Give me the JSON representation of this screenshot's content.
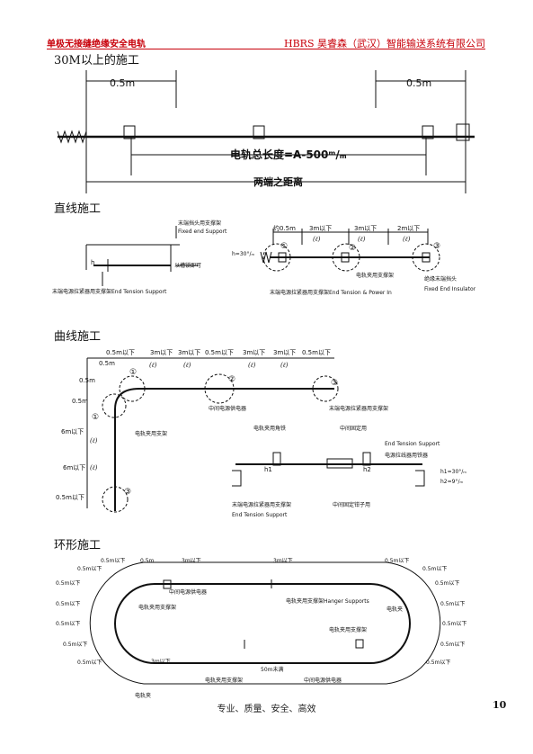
{
  "header": {
    "title": "单极无接缝绝缘安全电轨",
    "company": "HBRS 昊睿森（武汉）智能输送系统有限公司"
  },
  "sections": {
    "s30m": "30M以上的施工",
    "straight": "直线施工",
    "curve": "曲线施工",
    "ring": "环形施工"
  },
  "fig1": {
    "dim_left": "0.5m",
    "dim_right": "0.5m",
    "rail_length": "电轨总长度=A-500ᵐ/ₘ",
    "distance": "两端之距离"
  },
  "fig2": {
    "fixed_end_cn": "末端挡头用支撑架",
    "fixed_end_en": "Fixed end Support",
    "h_label": "h",
    "slot_lock": "以槽锁即可",
    "tension_support": "末端电源拉紧器用支撑架End Tension Support"
  },
  "fig3": {
    "seg1": "约0.5m",
    "seg2": "3m以下",
    "seg3": "3m以下",
    "seg4": "2m以下",
    "l_mark": "(ℓ)",
    "angle": "h=30°/ₘ",
    "n1": "①",
    "n2": "②",
    "n3": "③",
    "clamp": "电轨夹用支撑架",
    "insulator_cn": "绝缘末端挡头",
    "insulator_en": "Fixed End Insulator",
    "tension_power": "末端电源拉紧器用支撑架End Tension & Power In"
  },
  "fig4": {
    "top_0_5m_a": "0.5m以下",
    "top_3m_a": "3m以下",
    "top_3m_b": "3m以下",
    "top_0_5m_b": "0.5m以下",
    "top_3m_c": "3m以下",
    "top_3m_d": "3m以下",
    "top_0_5m_c": "0.5m以下",
    "arc_0_5m_a": "0.5m",
    "arc_0_5m_b": "0.5m",
    "arc_0_5m_c": "0.5m",
    "left_6m_a": "6m以下",
    "left_6m_b": "6m以下",
    "left_0_5m": "0.5m以下",
    "l_mark": "(ℓ)",
    "n1": "①",
    "n2": "②",
    "n3": "③",
    "mid_power": "中间电源供电器",
    "clamp_support": "电轨夹用支架",
    "end_tension": "末端电源拉紧器用支撑架"
  },
  "fig5": {
    "clamp_angle": "电轨夹用角铁",
    "mid_fixed": "中间固定用",
    "end_tension_en": "End Tension Support",
    "power_tensioner": "电源拉线器用铁器",
    "h1": "h1",
    "h2": "h2",
    "angles": "h1=30°/ₘ",
    "angles2": "h2=9°/ₘ",
    "end_tension_cn": "末端电源拉紧器用支撑架",
    "end_tension_en2": "End Tension Support",
    "mid_clip": "中间固定钳子用"
  },
  "fig6": {
    "top_0_5m_a": "0.5m以下",
    "top_0_5m_b": "0.5m",
    "top_3m_a": "3m以下",
    "top_3m_b": "3m以下",
    "top_0_5m_c": "0.5m以下",
    "left_dims": [
      "0.5m以下",
      "0.5m以下",
      "0.5m以下",
      "0.5m以下",
      "0.5m以下",
      "0.5m以下"
    ],
    "right_dims": [
      "0.5m以下",
      "0.5m以下",
      "0.5m以下",
      "0.5m以下",
      "0.5m以下",
      "0.5m以下"
    ],
    "mid_power_a": "中间电源供电器",
    "hanger": "电轨夹用支撑架Hanger Supports",
    "clamp_support_a": "电轨夹用支撑架",
    "clamp_support_b": "电轨夹用支撑架",
    "rail_clamp_a": "电轨夹",
    "rail_clamp_b": "电轨夹",
    "bottom_3m": "3m以下",
    "bottom_50m": "50m未满",
    "clamp_support_c": "电轨夹用支撑架",
    "mid_power_b": "中间电源供电器"
  },
  "footer": {
    "slogan": "专业、质量、安全、高效",
    "page": "10"
  }
}
